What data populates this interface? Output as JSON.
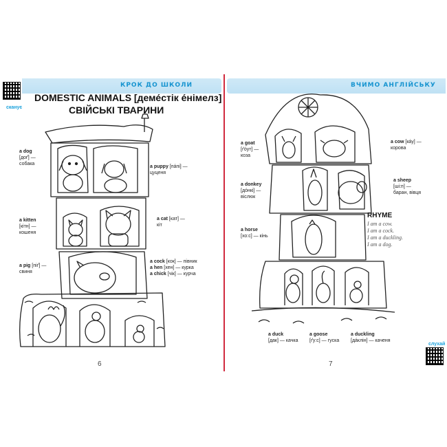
{
  "left_page": {
    "header": "КРОК ДО ШКОЛИ",
    "scan_badge": "сканує",
    "title_en": "DOMESTIC ANIMALS [деме́стік е́німелз] —",
    "title_ua": "СВІЙСЬКІ ТВАРИНИ",
    "page_number": "6",
    "words": [
      {
        "id": "dog",
        "en": "a dog",
        "tr": "[доґ] —",
        "ua": "собака"
      },
      {
        "id": "puppy",
        "en": "a puppy",
        "tr": "[пáпі] —",
        "ua": "цуценя"
      },
      {
        "id": "kitten",
        "en": "a kitten",
        "tr": "[кітн] —",
        "ua": "кошеня"
      },
      {
        "id": "cat",
        "en": "a cat",
        "tr": "[кат] —",
        "ua": "кіт"
      },
      {
        "id": "pig",
        "en": "a pig",
        "tr": "[піґ] —",
        "ua": "свиня"
      },
      {
        "id": "cock",
        "en": "a cock",
        "tr": "[кок] —",
        "ua": "півник"
      },
      {
        "id": "hen",
        "en": "a hen",
        "tr": "[хен] —",
        "ua": "курка"
      },
      {
        "id": "chick",
        "en": "a chick",
        "tr": "[чік] —",
        "ua": "курча"
      }
    ]
  },
  "right_page": {
    "header": "ВЧИМО АНГЛІЙСЬКУ",
    "scan_badge": "слухай",
    "page_number": "7",
    "words": [
      {
        "id": "goat",
        "en": "a goat",
        "tr": "[ґóут] —",
        "ua": "коза"
      },
      {
        "id": "cow",
        "en": "a cow",
        "tr": "[кáу] —",
        "ua": "корова"
      },
      {
        "id": "donkey",
        "en": "a donkey",
        "tr": "[дóнкі] —",
        "ua": "віслюк"
      },
      {
        "id": "sheep",
        "en": "a sheep",
        "tr": "[ші:п] —",
        "ua": "баран, вівця"
      },
      {
        "id": "horse",
        "en": "a horse",
        "tr": "[хо:с] —",
        "ua": "кінь"
      },
      {
        "id": "duck",
        "en": "a duck",
        "tr": "[дак] —",
        "ua": "качка"
      },
      {
        "id": "goose",
        "en": "a goose",
        "tr": "[ґу:с] —",
        "ua": "гуска"
      },
      {
        "id": "duckling",
        "en": "a duckling",
        "tr": "[дáклін] —",
        "ua": "каченя"
      }
    ],
    "rhyme": {
      "title": "RHYME",
      "lines": [
        "I am a cow.",
        "I am a cock.",
        "I am a duckling.",
        "I am a dog."
      ]
    }
  },
  "colors": {
    "accent": "#19a1dc",
    "ribbon": "#cfe9f7",
    "spine": "#d0283c"
  }
}
